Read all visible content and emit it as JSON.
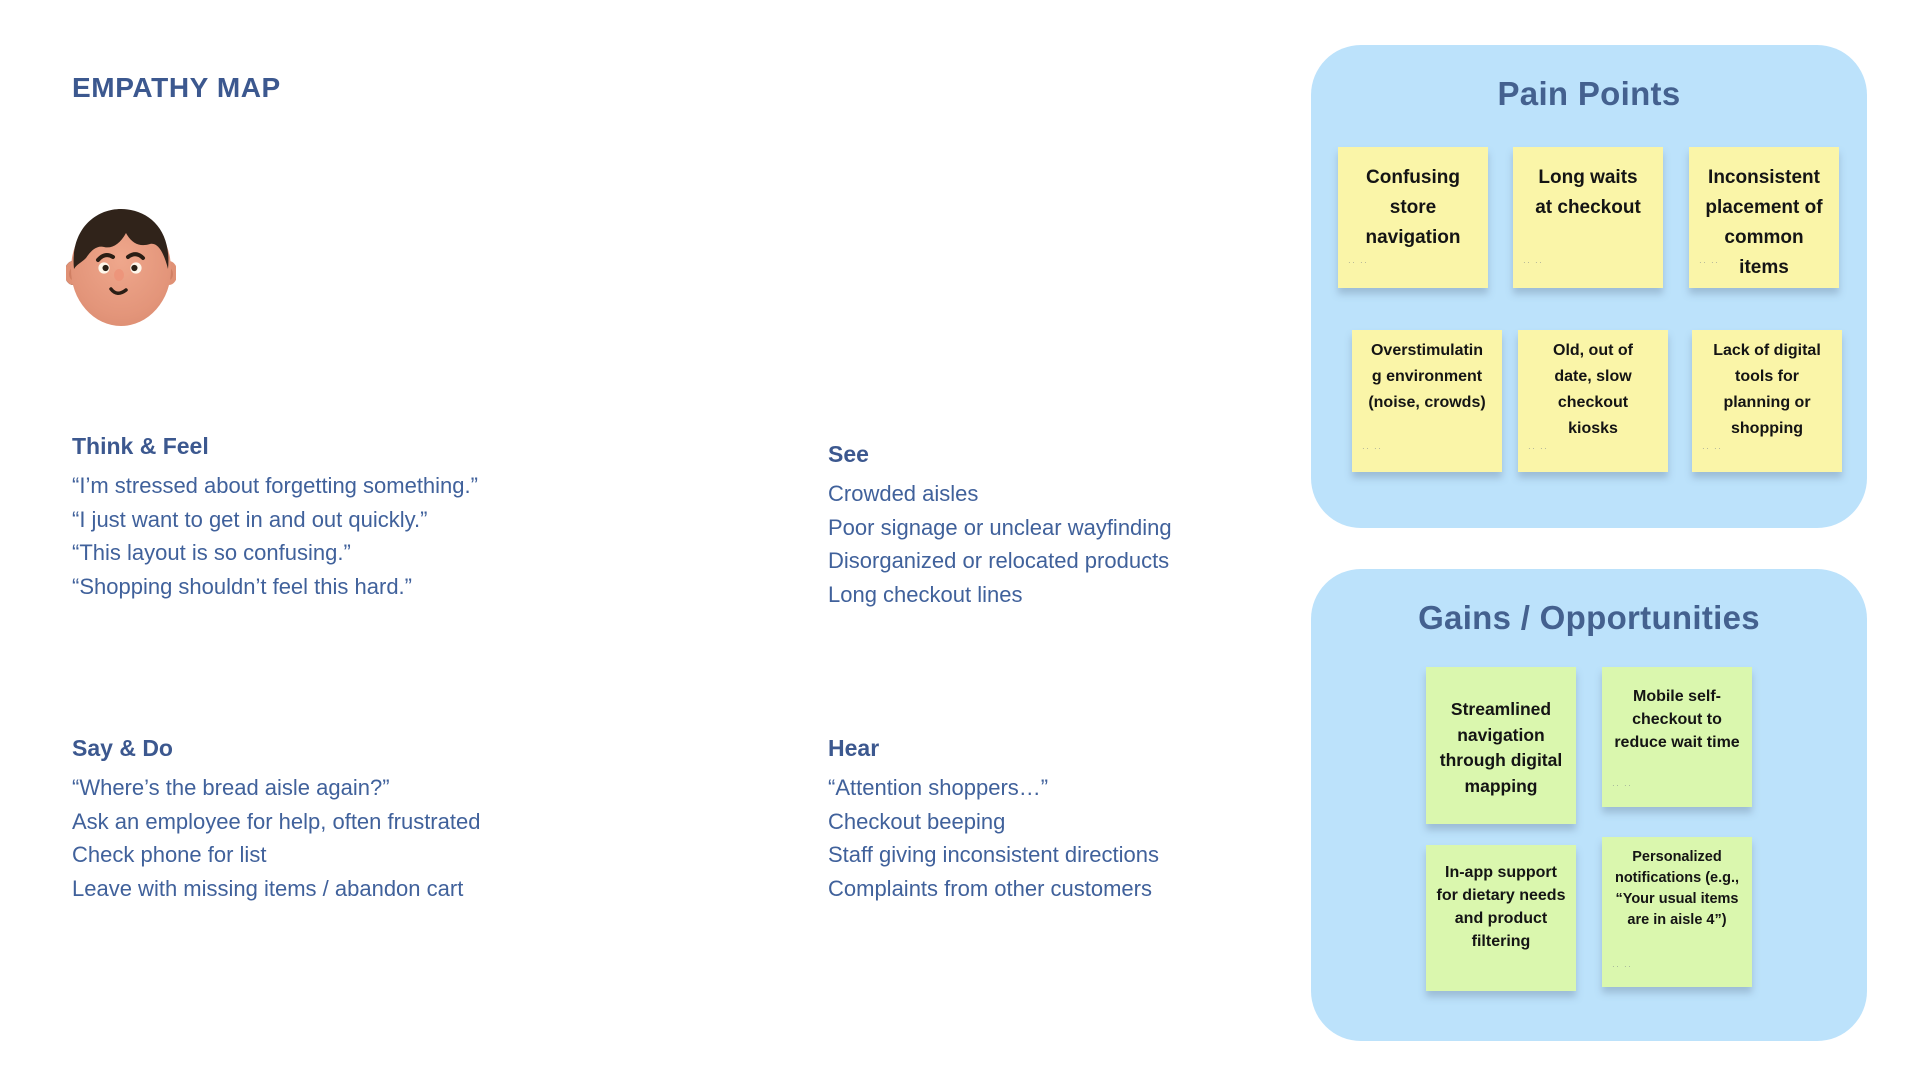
{
  "title": "EMPATHY MAP",
  "persona": {
    "avatar": "man-face-avatar"
  },
  "quadrants": [
    {
      "id": "think-feel",
      "heading": "Think & Feel",
      "items": [
        "“I’m stressed about forgetting something.”",
        "“I just want to get in and out quickly.”",
        "“This layout is so confusing.”",
        "“Shopping shouldn’t feel this hard.”"
      ]
    },
    {
      "id": "see",
      "heading": "See",
      "items": [
        "Crowded aisles",
        "Poor signage or unclear wayfinding",
        "Disorganized or relocated products",
        "Long checkout lines"
      ]
    },
    {
      "id": "say-do",
      "heading": "Say & Do",
      "items": [
        "“Where’s the bread aisle again?”",
        "Ask an employee for help, often frustrated",
        "Check phone for list",
        "Leave with missing items / abandon cart"
      ]
    },
    {
      "id": "hear",
      "heading": "Hear",
      "items": [
        "“Attention shoppers…”",
        "Checkout beeping",
        "Staff giving inconsistent directions",
        "Complaints from other customers"
      ]
    }
  ],
  "panels": [
    {
      "id": "pain",
      "title": "Pain Points",
      "note_color": "#FAF5A8",
      "notes": [
        {
          "text": "Confusing\nstore\nnavigation",
          "size": "lg",
          "mark": true
        },
        {
          "text": "Long waits\nat checkout",
          "size": "lg",
          "mark": true
        },
        {
          "text": "Inconsistent\nplacement of\ncommon\nitems",
          "size": "lg",
          "mark": true
        },
        {
          "text": "Overstimulatin\ng environment\n(noise, crowds)",
          "size": "sm2",
          "mark": true
        },
        {
          "text": "Old, out of\ndate, slow\ncheckout\nkiosks",
          "size": "sm2",
          "mark": true
        },
        {
          "text": "Lack of digital\ntools for\nplanning or\nshopping",
          "size": "sm2",
          "mark": true
        }
      ]
    },
    {
      "id": "gains",
      "title": "Gains / Opportunities",
      "note_color": "#DAF7AE",
      "notes": [
        {
          "text": "Streamlined\nnavigation\nthrough digital\nmapping",
          "size": "md",
          "mark": false
        },
        {
          "text": "Mobile self-\ncheckout to\nreduce wait time",
          "size": "sm",
          "mark": true
        },
        {
          "text": "In-app support\nfor dietary needs\nand product\nfiltering",
          "size": "sm",
          "mark": false
        },
        {
          "text": "Personalized\nnotifications (e.g.,\n“Your usual items\nare in aisle 4”)",
          "size": "xs",
          "mark": true
        }
      ]
    }
  ],
  "note_signature_glyph": "·· ··",
  "colors": {
    "heading_blue": "#3C588F",
    "body_blue": "#40619B",
    "panel_blue": "#BCE2FB",
    "panel_title_blue": "#44618F",
    "sticky_yellow": "#FAF5A8",
    "sticky_green": "#DAF7AE",
    "sticky_text": "#141414",
    "background": "#FFFFFF"
  }
}
